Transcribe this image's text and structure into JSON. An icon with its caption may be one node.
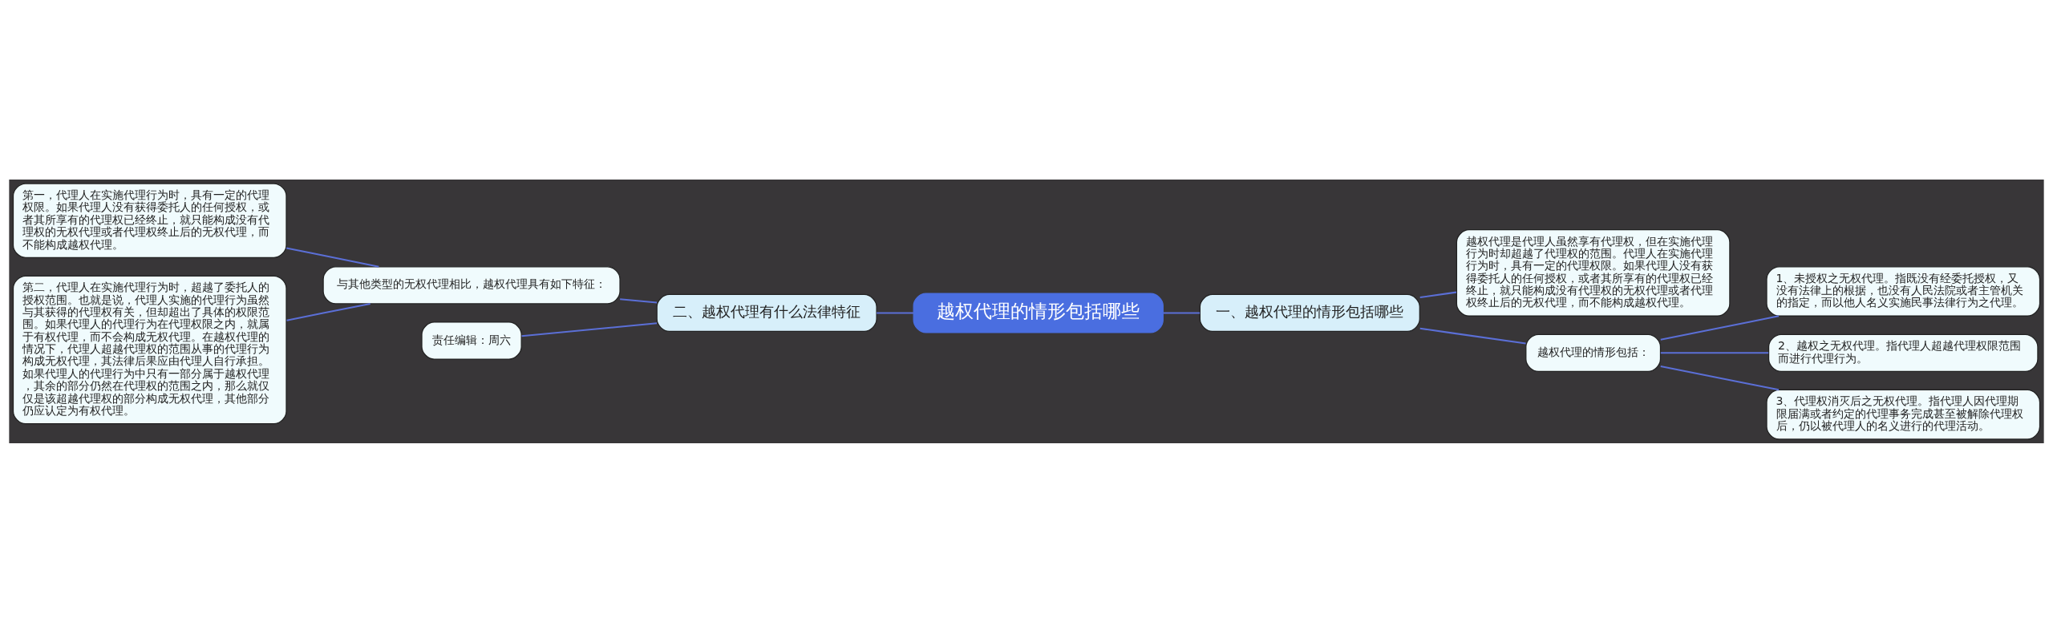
{
  "diagram": {
    "nodes": [
      {
        "text": [
          "越权代理的情形包括哪些"
        ]
      },
      {
        "text": [
          "二、越权代理有什么法律特征"
        ]
      },
      {
        "text": [
          "与其他类型的无权代理相比，越权代理具有如下特征："
        ]
      },
      {
        "text": [
          "第一，代理人在实施代理行为时，具有一定的代理权限。如果代理人没有获得委托人的任何授权，或者其所享有的代理权已经终止，就只能构成没有代理权的无权代理或者代理权终止后的无权代理，而不能构成越权代理。"
        ]
      },
      {
        "text": [
          "第二，代理人在实施代理行为时，超越了委托人的授权范围。也就是说，代理人实施的代理行为虽然与其获得的代理权有关，但却超出了具体的权限范围。如果代理人的代理行为在代理权限之内，就属于有权代理，而不会构成无权代理。在越权代理的情况下，代理人超越代理权的范围从事的代理行为构成无权代理，其法律后果应由代理人自行承担。如果代理人的代理行为中只有一部分属于越权代理，其余的部分仍然在代理权的范围之内，那么就仅仅是该超越代理权的部分构成无权代理，其他部分仍应认定为有权代理。"
        ]
      },
      {
        "text": [
          "责任编辑：周六"
        ]
      },
      {
        "text": [
          "一、越权代理的情形包括哪些"
        ]
      },
      {
        "text": [
          "越权代理是代理人虽然享有代理权，但在实施代理行为时却超越了代理权的范围。代理人在实施代理行为时，具有一定的代理权限。如果代理人没有获得委托人的任何授权，或者其所享有的代理权已经终止，就只能构成没有代理权的无权代理或者代理权终止后的无权代理，而不能构成越权代理。"
        ]
      },
      {
        "text": [
          "越权代理的情形包括："
        ]
      },
      {
        "text": [
          "1、未授权之无权代理。指既没有经委托授权，又没有法律上的根据，也没有人民法院或者主管机关的指定，而以他人名义实施民事法律行为之代理。"
        ]
      },
      {
        "text": [
          "2、越权之无权代理。指代理人超越代理权限范围而进行代理行为。"
        ]
      },
      {
        "text": [
          "3、代理权消灭后之无权代理。指代理人因代理期限届满或者约定的代理事务完成甚至被解除代理权后，仍以被代理人的名义进行的代理活动。"
        ]
      }
    ],
    "edges": [
      {
        "from": 0,
        "to": 1,
        "arrow": "none"
      },
      {
        "from": 1,
        "to": 2,
        "arrow": "none"
      },
      {
        "from": 2,
        "to": 3,
        "arrow": "none"
      },
      {
        "from": 2,
        "to": 4,
        "arrow": "none"
      },
      {
        "from": 1,
        "to": 5,
        "arrow": "none"
      },
      {
        "from": 0,
        "to": 6,
        "arrow": "none"
      },
      {
        "from": 6,
        "to": 7,
        "arrow": "none"
      },
      {
        "from": 6,
        "to": 8,
        "arrow": "none"
      },
      {
        "from": 8,
        "to": 9,
        "arrow": "none"
      },
      {
        "from": 8,
        "to": 10,
        "arrow": "none"
      },
      {
        "from": 8,
        "to": 11,
        "arrow": "none"
      }
    ]
  }
}
